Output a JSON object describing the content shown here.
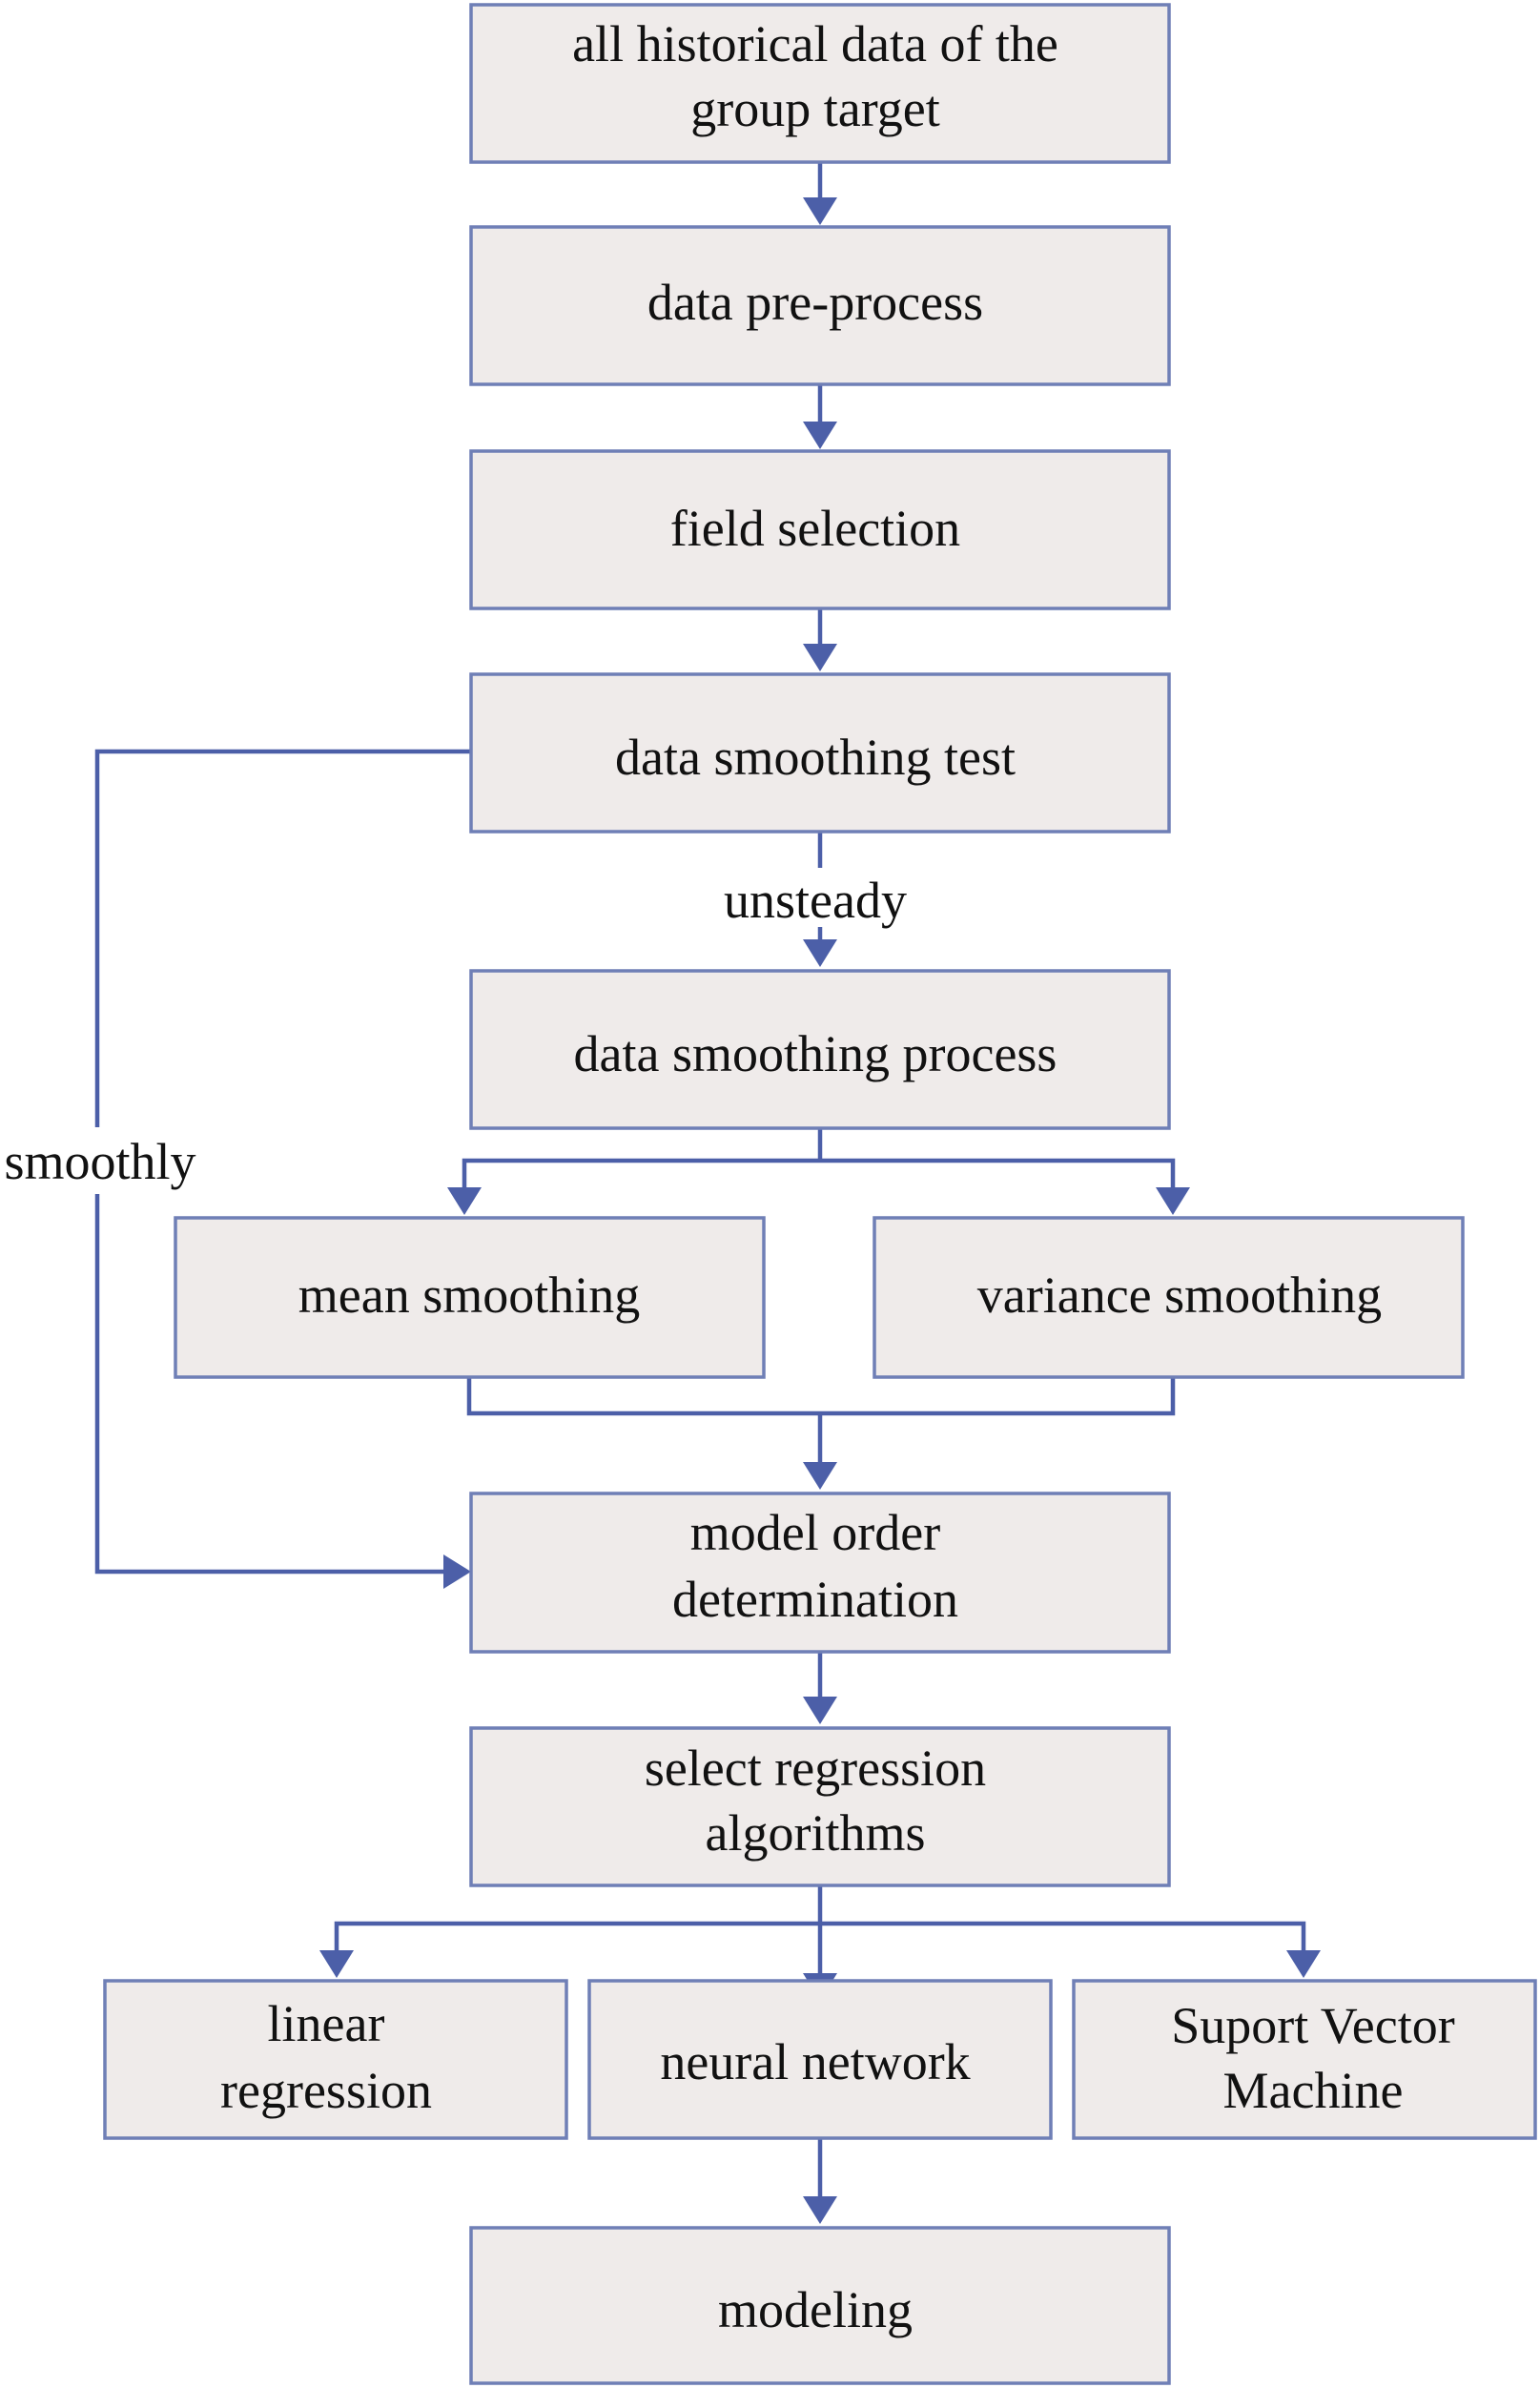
{
  "diagram": {
    "nodes": {
      "historical_data": [
        "all historical data of the",
        "group target"
      ],
      "preprocess": [
        "data pre-process"
      ],
      "field_selection": [
        "field selection"
      ],
      "smoothing_test": [
        "data smoothing test"
      ],
      "smoothing_process": [
        "data smoothing process"
      ],
      "mean_smoothing": [
        "mean smoothing"
      ],
      "variance_smoothing": [
        "variance smoothing"
      ],
      "model_order": [
        "model order",
        "determination"
      ],
      "select_algorithms": [
        "select regression",
        "algorithms"
      ],
      "linear_regression": [
        "linear",
        "regression"
      ],
      "neural_network": [
        "neural network"
      ],
      "svm": [
        "Suport Vector",
        "Machine"
      ],
      "modeling": [
        "modeling"
      ]
    },
    "edge_labels": {
      "unsteady": "unsteady",
      "smoothly": "smoothly"
    },
    "colors": {
      "box_fill": "#efebea",
      "box_border": "#6f7fb6",
      "connector": "#4c5fa8"
    }
  }
}
